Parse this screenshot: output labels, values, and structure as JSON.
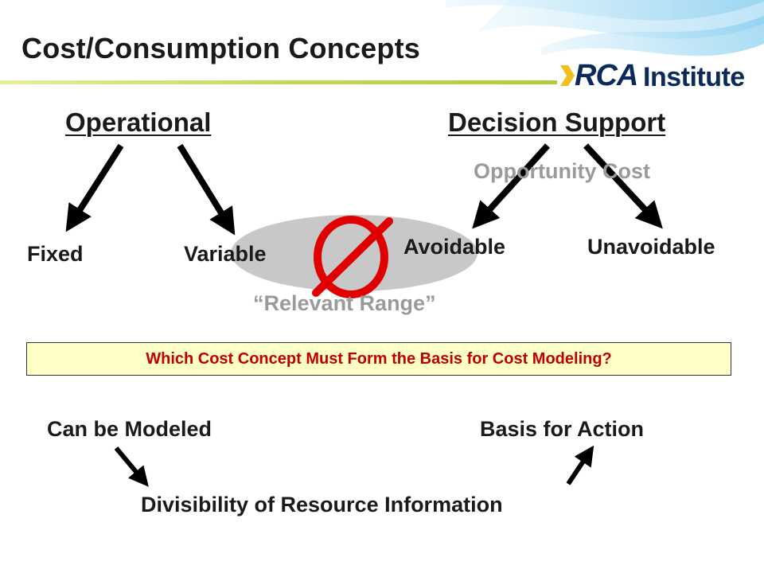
{
  "title": "Cost/Consumption Concepts",
  "logo": {
    "main": "RCA",
    "sub": "Institute",
    "colors": {
      "text": "#0b2a5a",
      "chevron": "#f0c020"
    }
  },
  "headings": {
    "operational": "Operational",
    "decision_support": "Decision Support"
  },
  "labels": {
    "fixed": "Fixed",
    "variable": "Variable",
    "avoidable": "Avoidable",
    "unavoidable": "Unavoidable",
    "opportunity_cost": "Opportunity Cost",
    "relevant_range": "“Relevant Range”"
  },
  "question": "Which Cost Concept Must Form the Basis for Cost Modeling?",
  "bottom": {
    "can_be_modeled": "Can be Modeled",
    "basis_for_action": "Basis for Action",
    "divisibility": "Divisibility of Resource Information"
  },
  "icons": {
    "not_equal_symbol": "null-set-icon",
    "arrows": "arrow-icon"
  },
  "colors": {
    "title_line": "#c8d65a",
    "accent_wave": "#8fd1ef",
    "question_bg": "#ffffc8",
    "question_text": "#c00000",
    "grey_text": "#9a9a9a",
    "null_symbol": "#e00000",
    "ellipse": "#c8c8c8"
  }
}
